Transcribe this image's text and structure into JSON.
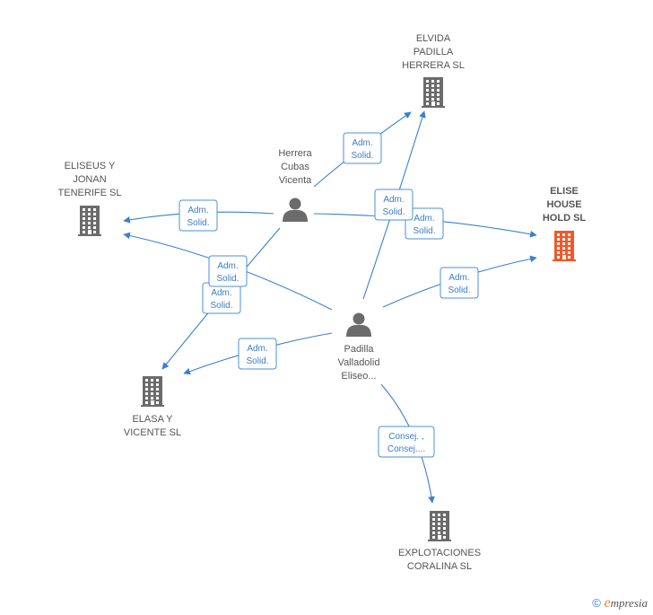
{
  "nodes": [
    {
      "id": "elvida",
      "type": "company",
      "lines": [
        "ELVIDA",
        "PADILLA",
        "HERRERA  SL"
      ],
      "color": "#6b6b6b"
    },
    {
      "id": "eliseus",
      "type": "company",
      "lines": [
        "ELISEUS Y",
        "JONAN",
        "TENERIFE  SL"
      ],
      "color": "#6b6b6b"
    },
    {
      "id": "elise",
      "type": "company",
      "lines": [
        "ELISE",
        "HOUSE",
        "HOLD  SL"
      ],
      "color": "#f0592a",
      "focus": true
    },
    {
      "id": "elasa",
      "type": "company",
      "lines": [
        "ELASA Y",
        "VICENTE  SL"
      ],
      "color": "#6b6b6b"
    },
    {
      "id": "explotaciones",
      "type": "company",
      "lines": [
        "EXPLOTACIONES",
        "CORALINA SL"
      ],
      "color": "#6b6b6b"
    },
    {
      "id": "herrera",
      "type": "person",
      "lines": [
        "Herrera",
        "Cubas",
        "Vicenta"
      ],
      "color": "#6b6b6b"
    },
    {
      "id": "padilla",
      "type": "person",
      "lines": [
        "Padilla",
        "Valladolid",
        "Eliseo..."
      ],
      "color": "#6b6b6b"
    }
  ],
  "edges": [
    {
      "from": "herrera",
      "to": "elvida",
      "label": [
        "Adm.",
        "Solid."
      ]
    },
    {
      "from": "herrera",
      "to": "eliseus",
      "label": [
        "Adm.",
        "Solid."
      ]
    },
    {
      "from": "herrera",
      "to": "elise",
      "label": [
        "Adm.",
        "Solid."
      ]
    },
    {
      "from": "herrera",
      "to": "elasa",
      "label": [
        "Adm.",
        "Solid."
      ]
    },
    {
      "from": "padilla",
      "to": "elvida",
      "label": [
        "Adm.",
        "Solid."
      ]
    },
    {
      "from": "padilla",
      "to": "eliseus",
      "label": [
        "Adm.",
        "Solid."
      ]
    },
    {
      "from": "padilla",
      "to": "elise",
      "label": [
        "Adm.",
        "Solid."
      ]
    },
    {
      "from": "padilla",
      "to": "elasa",
      "label": [
        "Adm.",
        "Solid."
      ]
    },
    {
      "from": "padilla",
      "to": "explotaciones",
      "label": [
        "Consej. ,",
        "Consej...."
      ]
    }
  ],
  "brand": {
    "copyright": "©",
    "initial": "e",
    "rest": "mpresia"
  },
  "colors": {
    "edge": "#3b80d0",
    "company": "#6b6b6b",
    "focus": "#f0592a"
  }
}
